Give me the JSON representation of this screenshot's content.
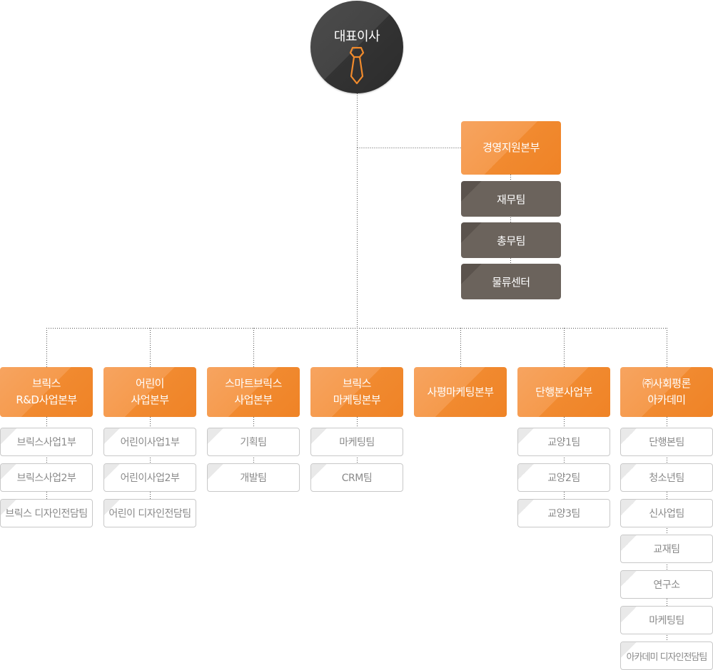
{
  "ceo": {
    "title": "대표이사"
  },
  "support": {
    "head": "경영지원본부",
    "teams": [
      "재무팀",
      "총무팀",
      "물류센터"
    ]
  },
  "divisions": [
    {
      "line1": "브릭스",
      "line2": "R&D사업본부",
      "teams": [
        "브릭스사업1부",
        "브릭스사업2부",
        "브릭스 디자인전담팀"
      ]
    },
    {
      "line1": "어린이",
      "line2": "사업본부",
      "teams": [
        "어린이사업1부",
        "어린이사업2부",
        "어린이 디자인전담팀"
      ]
    },
    {
      "line1": "스마트브릭스",
      "line2": "사업본부",
      "teams": [
        "기획팀",
        "개발팀"
      ]
    },
    {
      "line1": "브릭스",
      "line2": "마케팅본부",
      "teams": [
        "마케팅팀",
        "CRM팀"
      ]
    },
    {
      "line1": "사평마케팅본부",
      "line2": "",
      "teams": []
    },
    {
      "line1": "단행본사업부",
      "line2": "",
      "teams": [
        "교양1팀",
        "교양2팀",
        "교양3팀"
      ]
    },
    {
      "line1": "㈜사회평론",
      "line2": "아카데미",
      "teams": [
        "단행본팀",
        "청소년팀",
        "신사업팀",
        "교재팀",
        "연구소",
        "마케팅팀",
        "아카데미 디자인전담팀"
      ]
    }
  ],
  "colors": {
    "accent": "#f18a30",
    "dark": "#6b635c",
    "ceo": "#3a3a3a",
    "line": "#555555"
  },
  "icons": {
    "ceo_icon": "necktie-icon"
  }
}
